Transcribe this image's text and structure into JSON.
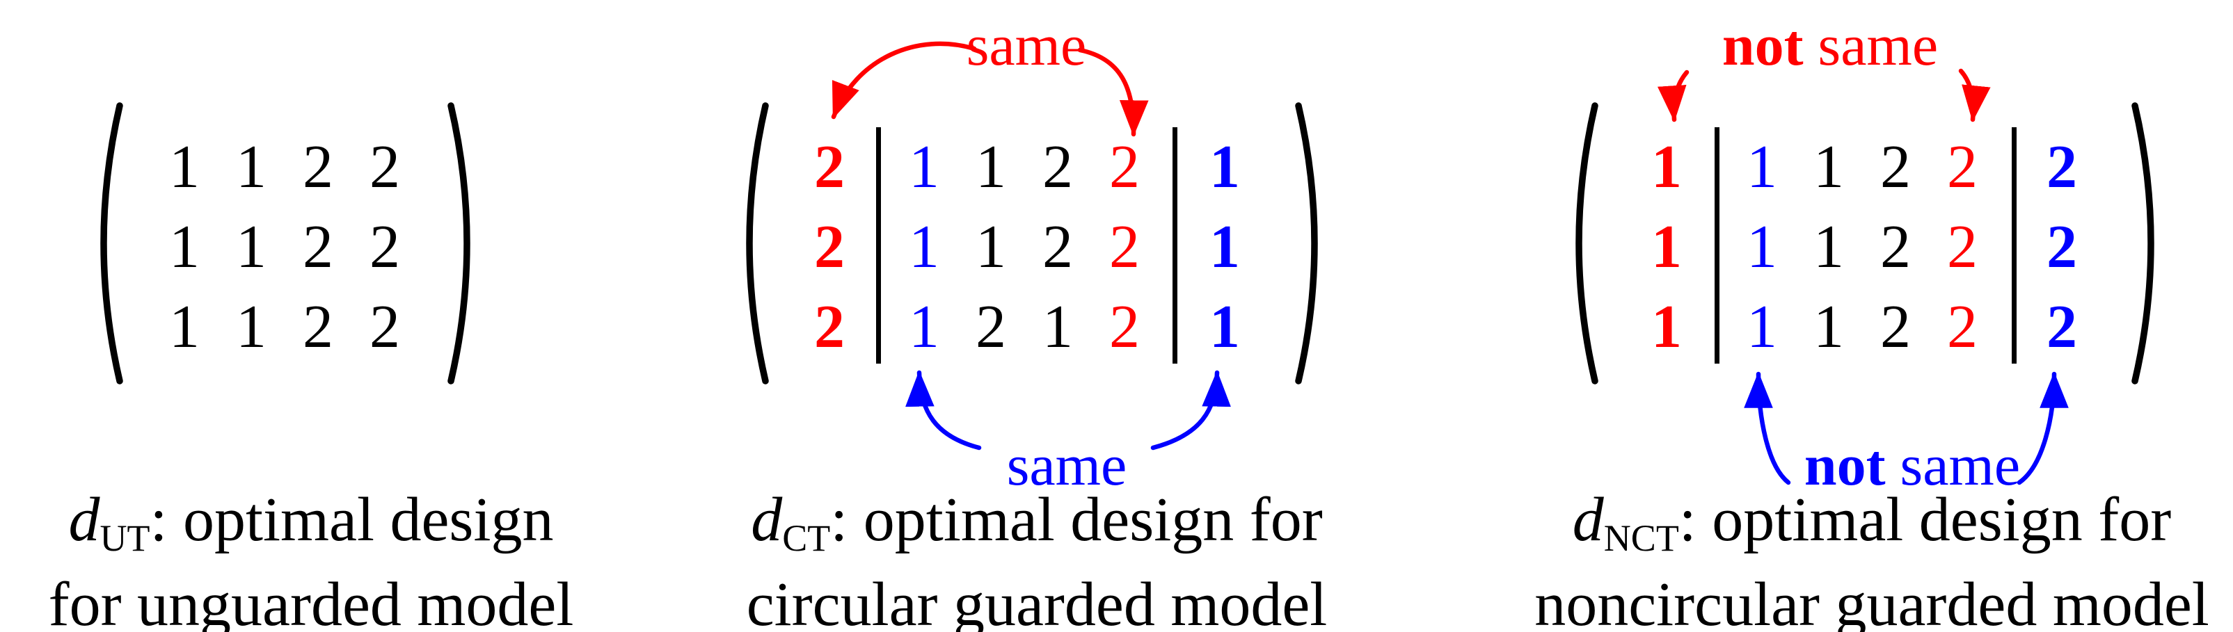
{
  "figure": {
    "colors": {
      "red": "#ff0000",
      "blue": "#0000ff",
      "black": "#000000",
      "background": "#ffffff"
    },
    "panels": [
      {
        "id": "ut",
        "matrix": {
          "rows": [
            [
              {
                "v": "1",
                "c": "black"
              },
              {
                "v": "1",
                "c": "black"
              },
              {
                "v": "2",
                "c": "black"
              },
              {
                "v": "2",
                "c": "black"
              }
            ],
            [
              {
                "v": "1",
                "c": "black"
              },
              {
                "v": "1",
                "c": "black"
              },
              {
                "v": "2",
                "c": "black"
              },
              {
                "v": "2",
                "c": "black"
              }
            ],
            [
              {
                "v": "1",
                "c": "black"
              },
              {
                "v": "1",
                "c": "black"
              },
              {
                "v": "2",
                "c": "black"
              },
              {
                "v": "2",
                "c": "black"
              }
            ]
          ]
        },
        "caption": {
          "dvar": "d",
          "sub": "UT",
          "rest": ": optimal design",
          "line2": "for unguarded model"
        }
      },
      {
        "id": "ct",
        "top_label": {
          "bold": "",
          "rest": "same",
          "color": "red"
        },
        "bottom_label": {
          "bold": "",
          "rest": "same",
          "color": "blue"
        },
        "matrix": {
          "left_col": {
            "color": "red",
            "values": [
              "2",
              "2",
              "2"
            ]
          },
          "rows": [
            [
              {
                "v": "1",
                "c": "blue"
              },
              {
                "v": "1",
                "c": "black"
              },
              {
                "v": "2",
                "c": "black"
              },
              {
                "v": "2",
                "c": "red"
              }
            ],
            [
              {
                "v": "1",
                "c": "blue"
              },
              {
                "v": "1",
                "c": "black"
              },
              {
                "v": "2",
                "c": "black"
              },
              {
                "v": "2",
                "c": "red"
              }
            ],
            [
              {
                "v": "1",
                "c": "blue"
              },
              {
                "v": "2",
                "c": "black"
              },
              {
                "v": "1",
                "c": "black"
              },
              {
                "v": "2",
                "c": "red"
              }
            ]
          ],
          "right_col": {
            "color": "blue",
            "values": [
              "1",
              "1",
              "1"
            ]
          }
        },
        "caption": {
          "dvar": "d",
          "sub": "CT",
          "rest": ": optimal design for",
          "line2": "circular guarded model"
        }
      },
      {
        "id": "nct",
        "top_label": {
          "bold": "not",
          "rest": " same",
          "color": "red"
        },
        "bottom_label": {
          "bold": "not",
          "rest": " same",
          "color": "blue"
        },
        "matrix": {
          "left_col": {
            "color": "red",
            "values": [
              "1",
              "1",
              "1"
            ]
          },
          "rows": [
            [
              {
                "v": "1",
                "c": "blue"
              },
              {
                "v": "1",
                "c": "black"
              },
              {
                "v": "2",
                "c": "black"
              },
              {
                "v": "2",
                "c": "red"
              }
            ],
            [
              {
                "v": "1",
                "c": "blue"
              },
              {
                "v": "1",
                "c": "black"
              },
              {
                "v": "2",
                "c": "black"
              },
              {
                "v": "2",
                "c": "red"
              }
            ],
            [
              {
                "v": "1",
                "c": "blue"
              },
              {
                "v": "1",
                "c": "black"
              },
              {
                "v": "2",
                "c": "black"
              },
              {
                "v": "2",
                "c": "red"
              }
            ]
          ],
          "right_col": {
            "color": "blue",
            "values": [
              "2",
              "2",
              "2"
            ]
          }
        },
        "caption": {
          "dvar": "d",
          "sub": "NCT",
          "rest": ": optimal design for",
          "line2": "noncircular guarded model"
        }
      }
    ]
  }
}
